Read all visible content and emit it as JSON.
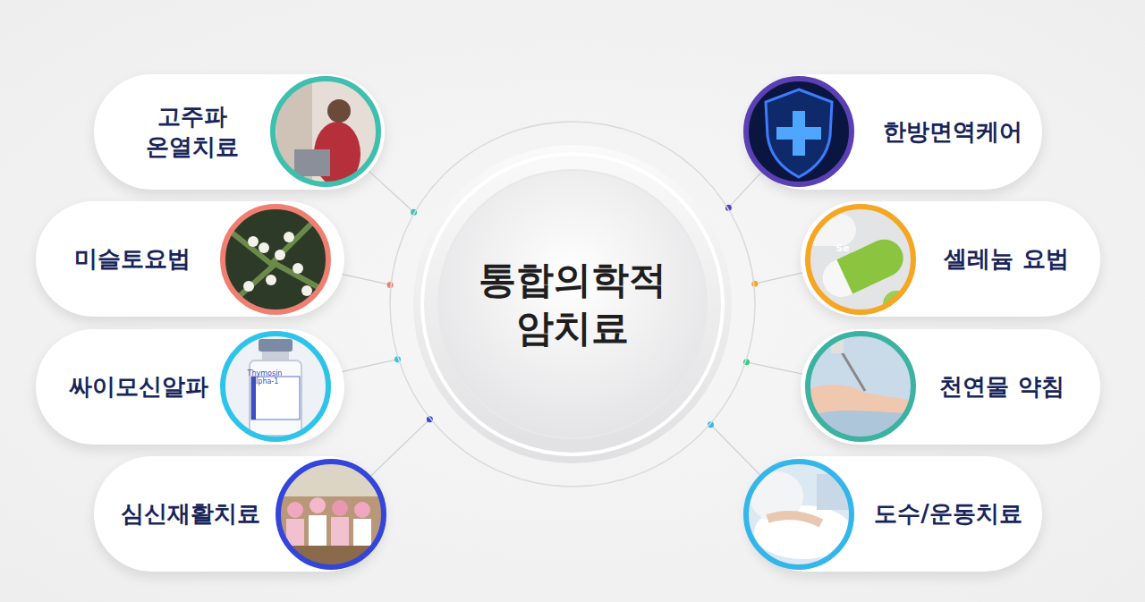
{
  "diagram": {
    "nodes": [
      {
        "text": [
          "통합의학적 암치료"
        ]
      },
      {
        "text": [
          "고주파 온열치료"
        ]
      },
      {
        "text": [
          "미슬토요법"
        ]
      },
      {
        "text": [
          "싸이모신알파"
        ]
      },
      {
        "text": [
          "심신재활치료"
        ]
      },
      {
        "text": [
          "한방면역케어"
        ]
      },
      {
        "text": [
          "셀레늄 요법"
        ]
      },
      {
        "text": [
          "천연물 약침"
        ]
      },
      {
        "text": [
          "도수/운동치료"
        ]
      }
    ],
    "edges": [
      {
        "from": 1,
        "to": 0,
        "arrow": "none"
      },
      {
        "from": 2,
        "to": 0,
        "arrow": "none"
      },
      {
        "from": 3,
        "to": 0,
        "arrow": "none"
      },
      {
        "from": 4,
        "to": 0,
        "arrow": "none"
      },
      {
        "from": 5,
        "to": 0,
        "arrow": "none"
      },
      {
        "from": 6,
        "to": 0,
        "arrow": "none"
      },
      {
        "from": 7,
        "to": 0,
        "arrow": "none"
      },
      {
        "from": 8,
        "to": 0,
        "arrow": "none"
      }
    ],
    "labels": [
      "Thymosin Alpha-1",
      "Se"
    ]
  }
}
